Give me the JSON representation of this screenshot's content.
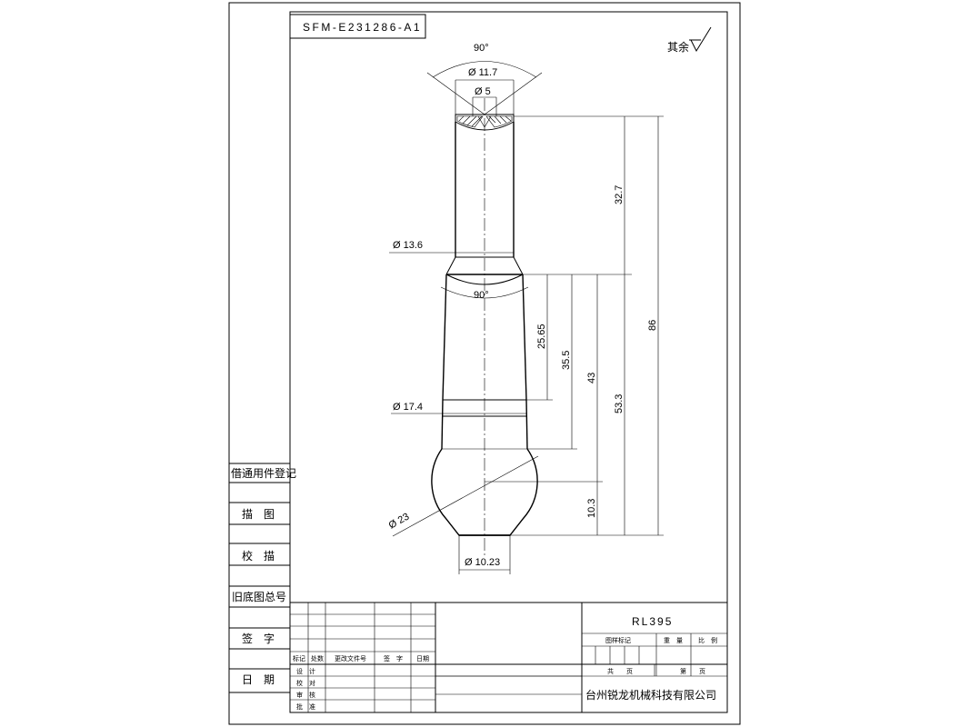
{
  "drawing": {
    "drawing_number": "SFM-E231286-A1",
    "roughness_note": "其余",
    "dimensions": {
      "top_angle": "90°",
      "top_dia": "Ø 11.7",
      "hole_dia": "Ø 5",
      "shank_dia": "Ø 13.6",
      "mid_angle": "90°",
      "neck_dia": "Ø 17.4",
      "ball_dia": "Ø 23",
      "tip_dia": "Ø 10.23",
      "len_32_7": "32.7",
      "len_86": "86",
      "len_25_65": "25.65",
      "len_35_5": "35.5",
      "len_43": "43",
      "len_53_3": "53.3",
      "len_10_3": "10.3"
    }
  },
  "side_panel": {
    "register": "借通用件登记",
    "draw": "描　图",
    "check": "校　描",
    "old_base": "旧底图总号",
    "sign": "签　字",
    "date": "日　期"
  },
  "title_block": {
    "part_no": "RL395",
    "headers": {
      "mark": "标记",
      "count": "处数",
      "change_doc": "更改文件号",
      "signature": "签　字",
      "date": "日期"
    },
    "roles": {
      "design": "设　计",
      "proof": "校　对",
      "review": "审　核",
      "approve": "批　准"
    },
    "labels": {
      "stage_mark": "图样标记",
      "weight": "重　量",
      "scale": "比　例",
      "total": "共　　页",
      "sheet": "第　　页"
    },
    "company": "台州锐龙机械科技有限公司"
  }
}
